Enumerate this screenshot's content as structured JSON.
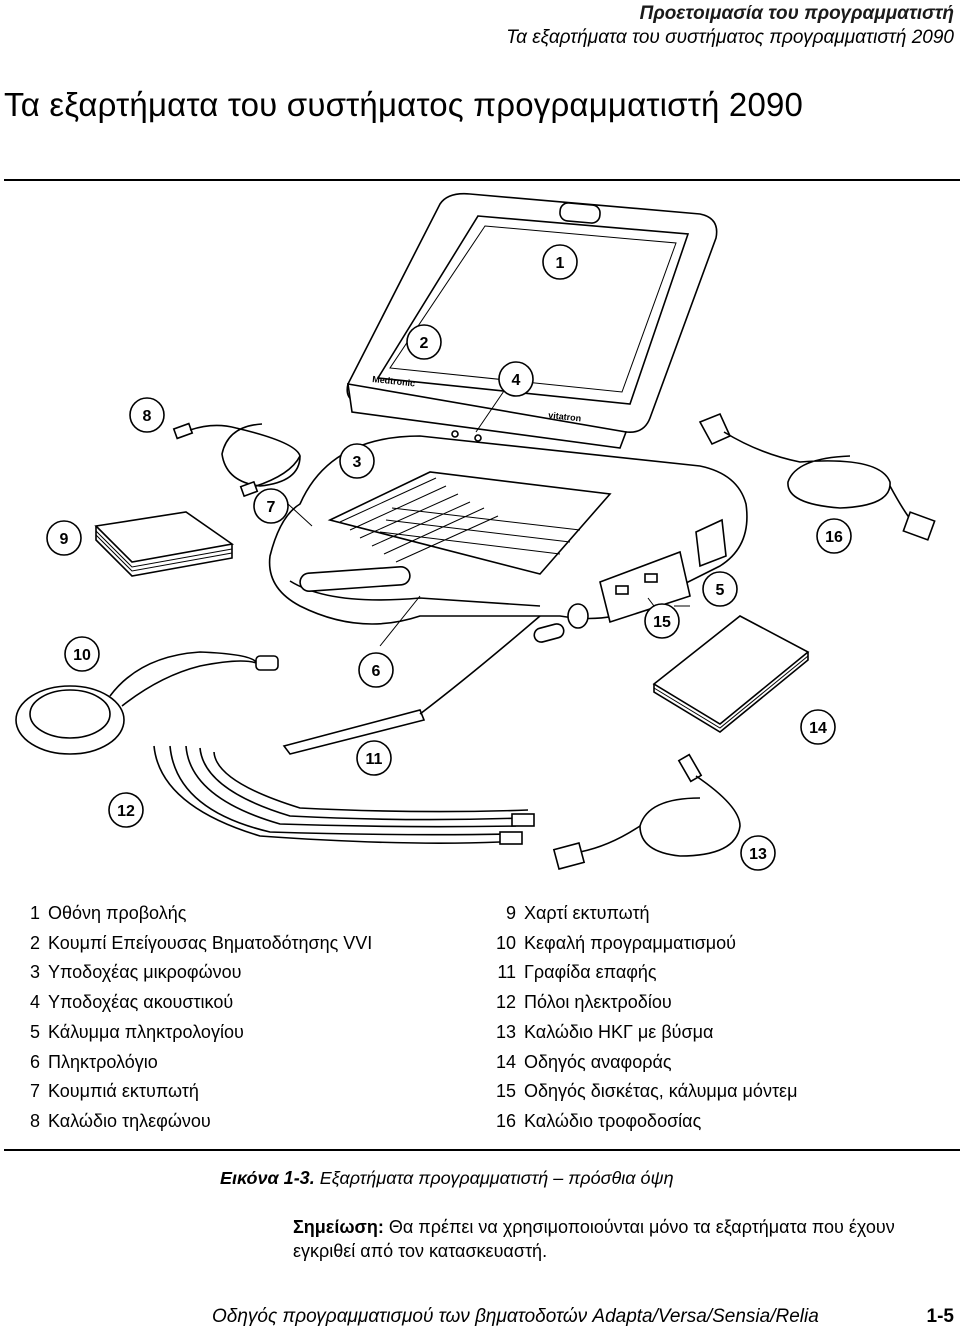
{
  "header": {
    "line1": "Προετοιμασία του προγραμματιστή",
    "line2": "Τα εξαρτήματα του συστήματος προγραμματιστή 2090"
  },
  "title": "Τα εξαρτήματα του συστήματος προγραμματιστή 2090",
  "figure": {
    "brand_lid": "Medtronic",
    "brand_lid_right": "vitatron",
    "callouts": [
      "1",
      "2",
      "3",
      "4",
      "5",
      "6",
      "7",
      "8",
      "9",
      "10",
      "11",
      "12",
      "13",
      "14",
      "15",
      "16"
    ]
  },
  "legend_left": [
    {
      "num": "1",
      "text": "Οθόνη προβολής"
    },
    {
      "num": "2",
      "text": "Κουμπί Επείγουσας Βηματοδότησης VVI"
    },
    {
      "num": "3",
      "text": "Υποδοχέας μικροφώνου"
    },
    {
      "num": "4",
      "text": "Υποδοχέας ακουστικού"
    },
    {
      "num": "5",
      "text": "Κάλυμμα πληκτρολογίου"
    },
    {
      "num": "6",
      "text": "Πληκτρολόγιο"
    },
    {
      "num": "7",
      "text": "Κουμπιά εκτυπωτή"
    },
    {
      "num": "8",
      "text": "Καλώδιο τηλεφώνου"
    }
  ],
  "legend_right": [
    {
      "num": "9",
      "text": "Χαρτί εκτυπωτή"
    },
    {
      "num": "10",
      "text": "Κεφαλή προγραμματισμού"
    },
    {
      "num": "11",
      "text": "Γραφίδα επαφής"
    },
    {
      "num": "12",
      "text": "Πόλοι ηλεκτροδίου"
    },
    {
      "num": "13",
      "text": "Καλώδιο ΗΚΓ με βύσμα"
    },
    {
      "num": "14",
      "text": "Οδηγός αναφοράς"
    },
    {
      "num": "15",
      "text": "Οδηγός δισκέτας, κάλυμμα μόντεμ"
    },
    {
      "num": "16",
      "text": "Καλώδιο τροφοδοσίας"
    }
  ],
  "caption": {
    "label": "Εικόνα 1-3.",
    "text": " Εξαρτήματα προγραμματιστή – πρόσθια όψη"
  },
  "note": {
    "label": "Σημείωση:",
    "text": " Θα πρέπει να χρησιμοποιούνται μόνο τα εξαρτήματα που έχουν εγκριθεί από τον κατασκευαστή."
  },
  "footer": {
    "text": "Οδηγός προγραμματισμού των βηματοδοτών Adapta/Versa/Sensia/Relia",
    "page": "1-5"
  }
}
